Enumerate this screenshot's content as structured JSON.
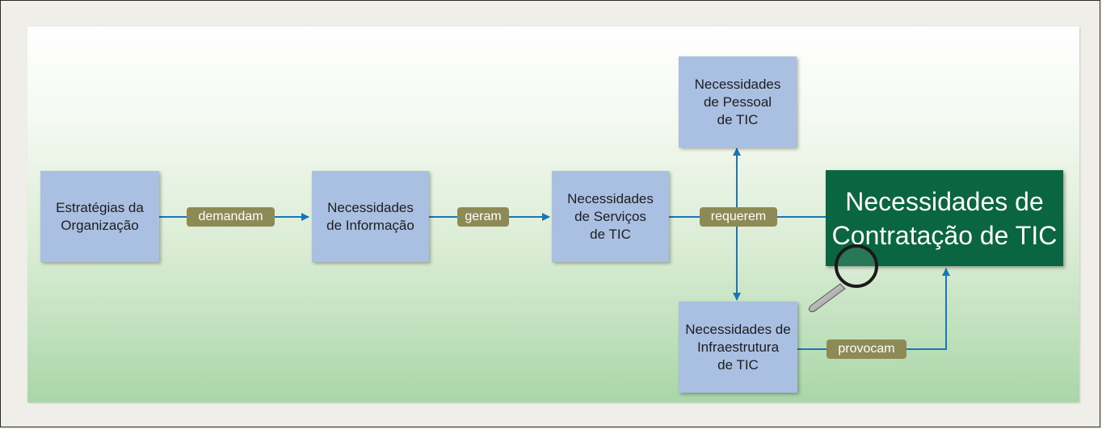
{
  "nodes": {
    "estrategias": "Estratégias da\nOrganização",
    "informacao": "Necessidades\nde Informação",
    "servicos": "Necessidades\nde Serviços\nde TIC",
    "pessoal": "Necessidades\nde Pessoal\nde TIC",
    "infraestrutura": "Necessidades de\nInfraestrutura\nde TIC",
    "contratacao_line1": "Necessidades de",
    "contratacao_line2": "Contratação de TIC"
  },
  "edges": {
    "demandam": "demandam",
    "geram": "geram",
    "requerem": "requerem",
    "provocam": "provocam"
  },
  "colors": {
    "node": "#aac0e2",
    "main_node": "#0a6640",
    "label": "#8e8a55",
    "arrow": "#1b75bb"
  }
}
